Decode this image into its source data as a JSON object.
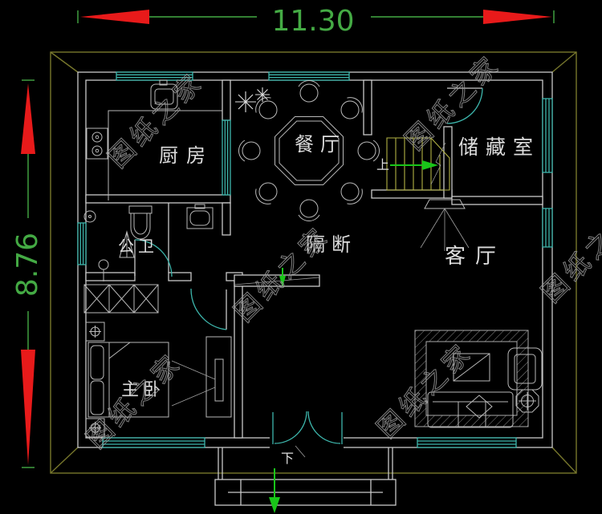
{
  "watermark": {
    "text": "图纸之家"
  },
  "dimensions": {
    "width_label": "11.30",
    "height_label": "8.76"
  },
  "rooms": {
    "kitchen": "厨房",
    "dining": "餐厅",
    "storage": "储藏室",
    "living": "客厅",
    "bathroom": "公卫",
    "partition": "隔断",
    "bedroom": "主卧"
  },
  "annotations": {
    "stairs_up": "上",
    "entry_down": "下"
  },
  "colors": {
    "background": "#000000",
    "wall": "#c9c9c9",
    "window_door": "#3db6ac",
    "eave": "#77772c",
    "dimension_green": "#44aa44",
    "arrow_red": "#e81a1a",
    "stairs_yellow": "#b2b244",
    "direction_green": "#19c519",
    "label": "#dcdcdc",
    "watermark": "#9a9a9a"
  }
}
